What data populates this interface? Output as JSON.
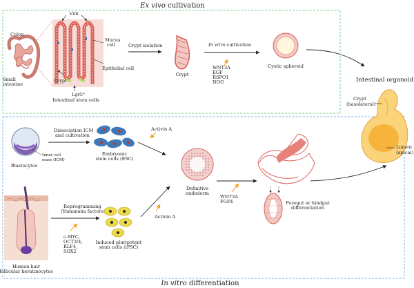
{
  "sections": {
    "ex_vivo": {
      "title_italic": "Ex vivo",
      "title_rest": " cultivation"
    },
    "in_vitro": {
      "title_italic": "In vitro",
      "title_rest": " differentiation"
    }
  },
  "labels": {
    "colon": "Colon",
    "small_intestine_1": "Small",
    "small_intestine_2": "intestine",
    "villi": "Villi",
    "mucus_cell_1": "Mucus",
    "mucus_cell_2": "cell",
    "epithelial_cell": "Epithelial cell",
    "crypt_left": "Crypt",
    "lgr5": "Lgr5",
    "lgr5_sup": "+",
    "intestinal_stem_cells": "Intestinal stem cells",
    "crypt_isolation": "Crypt isolation",
    "crypt_mid": "Crypt",
    "in_vitro_cultivation_italic": "In vitro",
    "in_vitro_cultivation_rest": " cultivation",
    "factors_1": [
      "WNT3A",
      "EGF",
      "RSPO1",
      "NOG"
    ],
    "cystic_spheroid": "Cystic spheroid",
    "intestinal_organoid": "Intestinal organoid",
    "crypt_basolateral_1": "Crypt",
    "crypt_basolateral_2": "(basolateral)",
    "lumen_1": "Lumen",
    "lumen_2": "(apical)",
    "blastocytes": "Blastocytes",
    "icm_1": "Inner cell",
    "icm_2": "mass (ICM)",
    "dissociation_1": "Dissociation ICM",
    "dissociation_2": "and cultivation",
    "esc_1": "Embryonic",
    "esc_2": "stem cells (ESC)",
    "activin_a_top": "Activin A",
    "activin_a_bottom": "Activin A",
    "definitive_1": "Definitive",
    "definitive_2": "endoderm",
    "factors_2": [
      "WNT3A",
      "FGF4"
    ],
    "foregut_1": "Foregut or hindgut",
    "foregut_2": "differentiation",
    "reprogramming_1": "Reprogramming",
    "reprogramming_2": "(Yamanaka factors)",
    "yamanaka": [
      "c-MYC,",
      "OCT3/4,",
      "KLF4,",
      "SOX2"
    ],
    "ipsc_1": "Induced pluripotent",
    "ipsc_2": "stem cells (iPSC)",
    "hair_1": "Human hair",
    "hair_2": "follicular keratinocytes"
  },
  "colors": {
    "dash_green": "#7fcf8e",
    "dash_blue": "#7fb6e0",
    "tissue_pink": "#f2c8c4",
    "tissue_red": "#d9625a",
    "stem_green": "#b7d86a",
    "esc_blue": "#3e78b8",
    "esc_red": "#c0392b",
    "ipsc_yellow": "#ecd94a",
    "organoid_orange": "#f7b43c",
    "organoid_light": "#fbd37a",
    "arrow_orange": "#f3a024",
    "blasto_purple": "#6b3fa0"
  }
}
